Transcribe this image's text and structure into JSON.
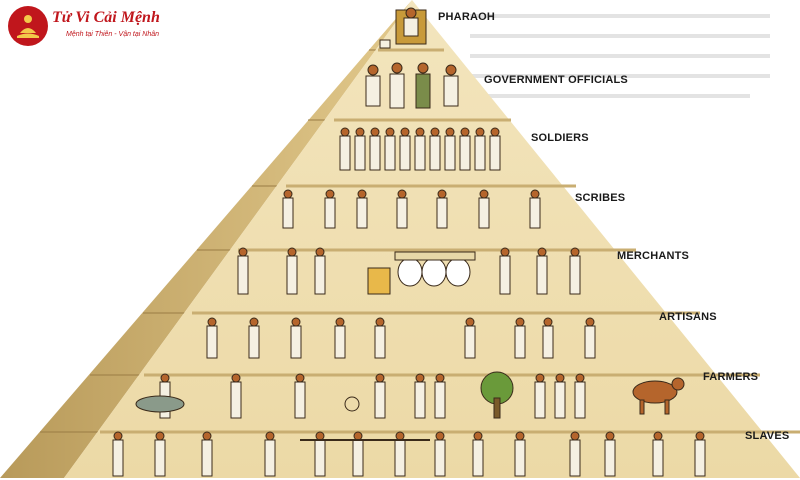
{
  "logo": {
    "brand": "Tử Vi Cải Mệnh",
    "tagline": "Mệnh tại Thiên - Vận tại Nhân"
  },
  "tiers": [
    {
      "label": "PHARAOH"
    },
    {
      "label": "GOVERNMENT OFFICIALS"
    },
    {
      "label": "SOLDIERS"
    },
    {
      "label": "SCRIBES"
    },
    {
      "label": "MERCHANTS"
    },
    {
      "label": "ARTISANS"
    },
    {
      "label": "FARMERS"
    },
    {
      "label": "SLAVES"
    }
  ],
  "colors": {
    "stone": "#e9d49a",
    "stone_dark": "#b89a5a",
    "face_light": "#f2e2b4",
    "figure": "#3a2a1a",
    "skin": "#b5652c",
    "cloth": "#f5f0e2",
    "text": "#1a1a1a",
    "brand": "#c0161c"
  }
}
